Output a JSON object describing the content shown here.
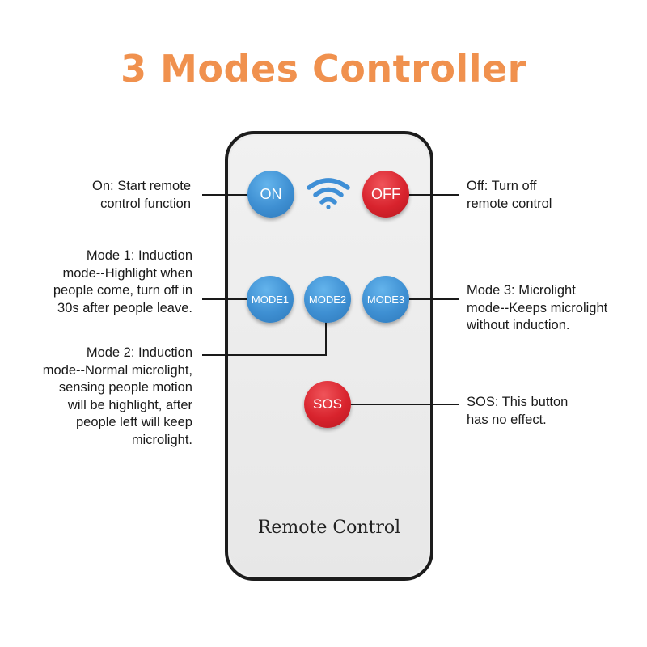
{
  "title": "3 Modes Controller",
  "remote": {
    "brand_label": "Remote Control",
    "buttons": {
      "on": "ON",
      "off": "OFF",
      "mode1": "MODE1",
      "mode2": "MODE2",
      "mode3": "MODE3",
      "sos": "SOS"
    },
    "signal_icon": "wifi-signal-icon"
  },
  "annotations": {
    "on": [
      "On: Start remote",
      "control function"
    ],
    "off": [
      "Off: Turn off",
      "remote control"
    ],
    "mode1": [
      "Mode 1: Induction",
      "mode--Highlight when",
      "people come, turn off in",
      "30s after people leave."
    ],
    "mode2": [
      "Mode 2: Induction",
      "mode--Normal microlight,",
      "sensing people motion",
      "will be highlight, after",
      "people left will keep",
      "microlight."
    ],
    "mode3": [
      "Mode 3: Microlight",
      "mode--Keeps microlight",
      "without induction."
    ],
    "sos": [
      "SOS: This button",
      "has no effect."
    ]
  },
  "colors": {
    "title": "#f0914e",
    "blue_button": "#3e8fd2",
    "red_button": "#d8232d"
  }
}
